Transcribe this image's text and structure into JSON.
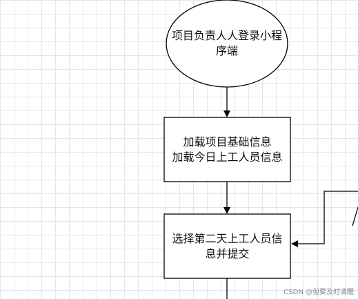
{
  "nodes": {
    "start": {
      "label": "项目负责人人登录小程序端"
    },
    "load": {
      "label": "加载项目基础信息\n加载今日上工人员信息"
    },
    "select": {
      "label": "选择第二天上工人员信息并提交"
    }
  },
  "watermark": "CSDN @但要及时清醒"
}
